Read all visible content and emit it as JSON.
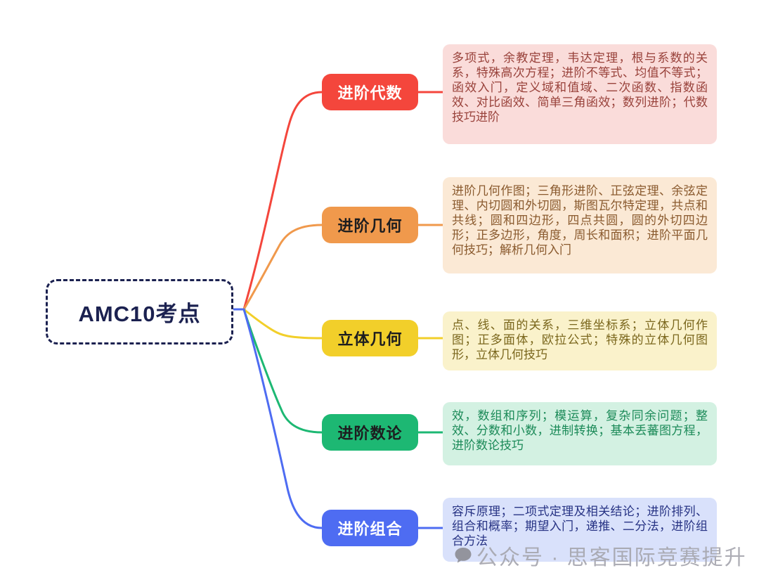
{
  "root": {
    "label": "AMC10考点"
  },
  "theme": {
    "root_border_color": "#1B2150",
    "root_text_color": "#1B2150",
    "hub_stub_color": "#4E6CF2",
    "watermark_color": "#A7A7AF"
  },
  "branches": [
    {
      "id": "advanced-algebra",
      "label": "进阶代数",
      "color": "#F4463C",
      "label_text_color": "#FFFFFF",
      "detail_bg": "#FADCDA",
      "detail_text_color": "#99423B",
      "detail": "多项式，余教定理，韦达定理，根与系数的关系，特殊高次方程；进阶不等式、均值不等式；函效入门，定义域和值域、二次函数、指数函效、对比函效、简单三角函效；数列进阶；代数技巧进阶"
    },
    {
      "id": "advanced-geometry",
      "label": "进阶几何",
      "color": "#F0994C",
      "label_text_color": "#1D1D1F",
      "detail_bg": "#FBE9D5",
      "detail_text_color": "#8A5A2E",
      "detail": "进阶几何作图；三角形进阶、正弦定理、余弦定理、内切圆和外切圆，斯图瓦尔特定理，共点和共线；圆和四边形，四点共圆，圆的外切四边形；正多边形，角度，周长和面积；进阶平面几何技巧；解析几何入门"
    },
    {
      "id": "solid-geometry",
      "label": "立体几何",
      "color": "#F2CF2A",
      "label_text_color": "#1D1D1F",
      "detail_bg": "#FAF2CB",
      "detail_text_color": "#7A661C",
      "detail": "点、线、面的关系，三维坐标系；立体几何作图；正多面体，欧拉公式；特殊的立体几何图形，立体几何技巧"
    },
    {
      "id": "advanced-number-theory",
      "label": "进阶数论",
      "color": "#1DB873",
      "label_text_color": "#1D1D1F",
      "detail_bg": "#D3F1E2",
      "detail_text_color": "#1B8A58",
      "detail": "效，数组和序列；模运算，复杂同余问题；整效、分数和小数，进制转换；基本丢蕃图方程，进阶数论技巧"
    },
    {
      "id": "advanced-combinatorics",
      "label": "进阶组合",
      "color": "#4E6CF2",
      "label_text_color": "#FFFFFF",
      "detail_bg": "#D9E1FB",
      "detail_text_color": "#273384",
      "detail": "容斥原理；二项式定理及相关结论；进阶排列、组合和概率；期望入门，递推、二分法，进阶组合方法"
    }
  ],
  "watermark": {
    "text": "公众号 · 思客国际竞赛提升"
  }
}
